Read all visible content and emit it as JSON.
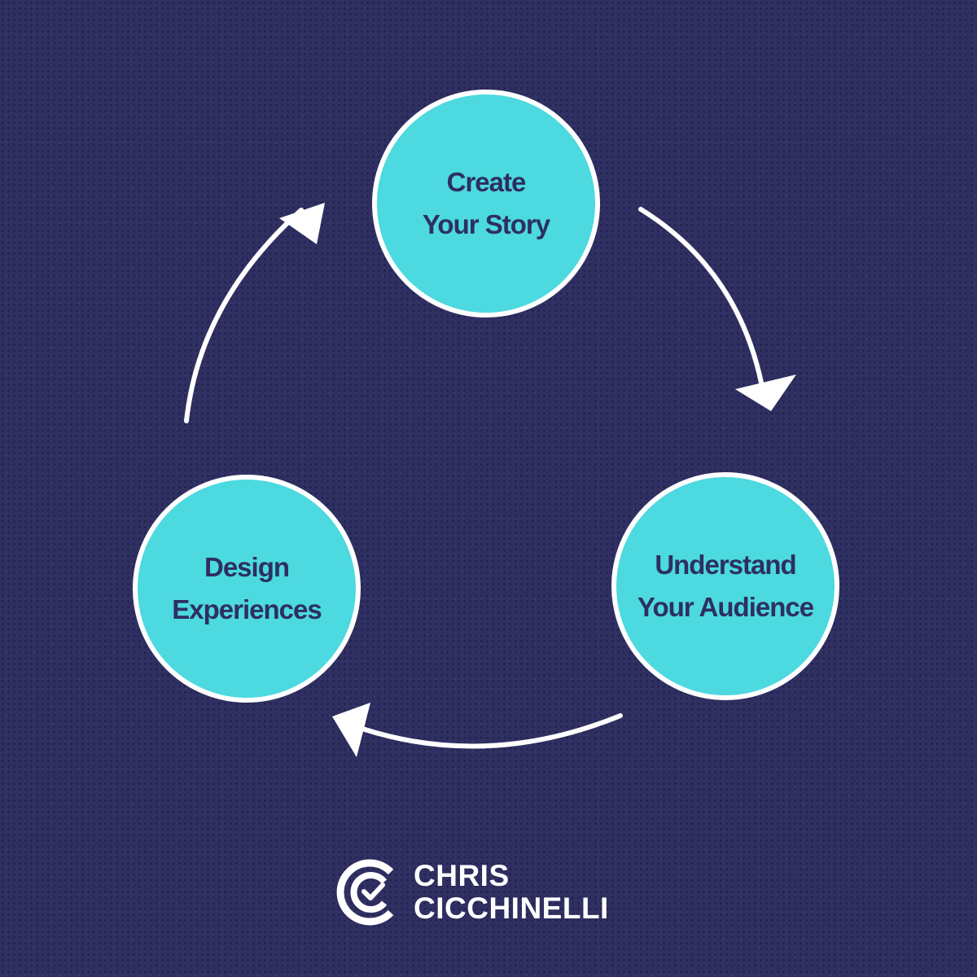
{
  "diagram": {
    "type": "cycle",
    "nodes": [
      {
        "id": "create-story",
        "lines": [
          "Create",
          "Your Story"
        ]
      },
      {
        "id": "understand-audience",
        "lines": [
          "Understand",
          "Your Audience"
        ]
      },
      {
        "id": "design-experiences",
        "lines": [
          "Design",
          "Experiences"
        ]
      }
    ],
    "edges": [
      {
        "from": "create-story",
        "to": "understand-audience"
      },
      {
        "from": "understand-audience",
        "to": "design-experiences"
      },
      {
        "from": "design-experiences",
        "to": "create-story"
      }
    ]
  },
  "brand": {
    "name_line1": "CHRIS",
    "name_line2": "CICCHINELLI",
    "logo_icon": "cc-checkmark-logo-icon"
  },
  "colors": {
    "background": "#2f2f62",
    "node_fill": "#4cd9df",
    "node_border": "#ffffff",
    "node_text": "#2d2f63",
    "arrow": "#ffffff"
  }
}
